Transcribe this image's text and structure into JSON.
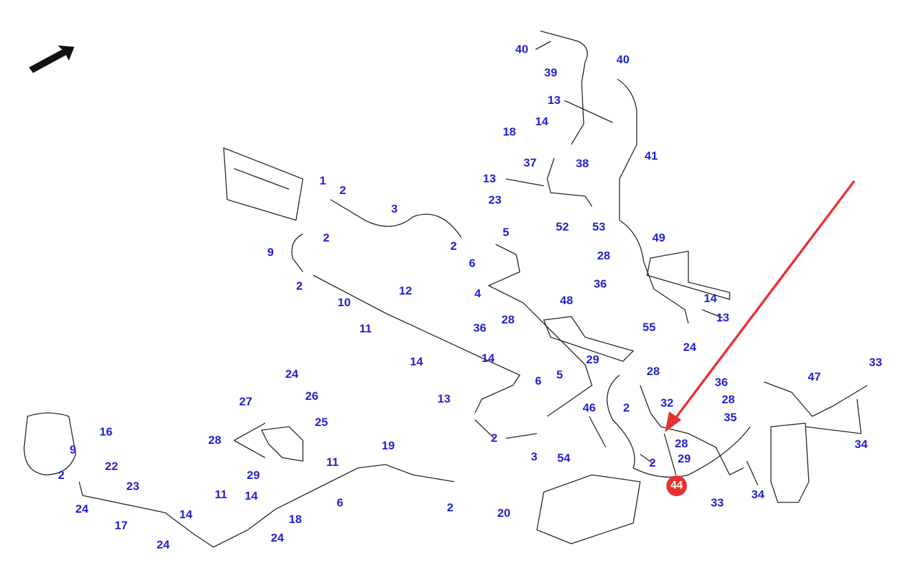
{
  "diagram": {
    "part_labels": [
      "40",
      "40",
      "39",
      "13",
      "14",
      "18",
      "41",
      "37",
      "38",
      "13",
      "23",
      "52",
      "53",
      "1",
      "2",
      "3",
      "2",
      "9",
      "5",
      "2",
      "6",
      "49",
      "28",
      "36",
      "2",
      "12",
      "10",
      "4",
      "14",
      "48",
      "13",
      "11",
      "36",
      "28",
      "55",
      "24",
      "14",
      "14",
      "29",
      "28",
      "6",
      "5",
      "13",
      "36",
      "47",
      "33",
      "24",
      "26",
      "27",
      "28",
      "2",
      "32",
      "46",
      "35",
      "25",
      "16",
      "28",
      "19",
      "2",
      "28",
      "34",
      "9",
      "54",
      "3",
      "2",
      "29",
      "11",
      "22",
      "2",
      "29",
      "23",
      "14",
      "11",
      "24",
      "6",
      "2",
      "33",
      "34",
      "20",
      "18",
      "14",
      "17",
      "24",
      "24"
    ],
    "highlight_callout": "44",
    "colors": {
      "label": "#1f1fd0",
      "highlight": "#e83232",
      "line": "#222222"
    }
  }
}
